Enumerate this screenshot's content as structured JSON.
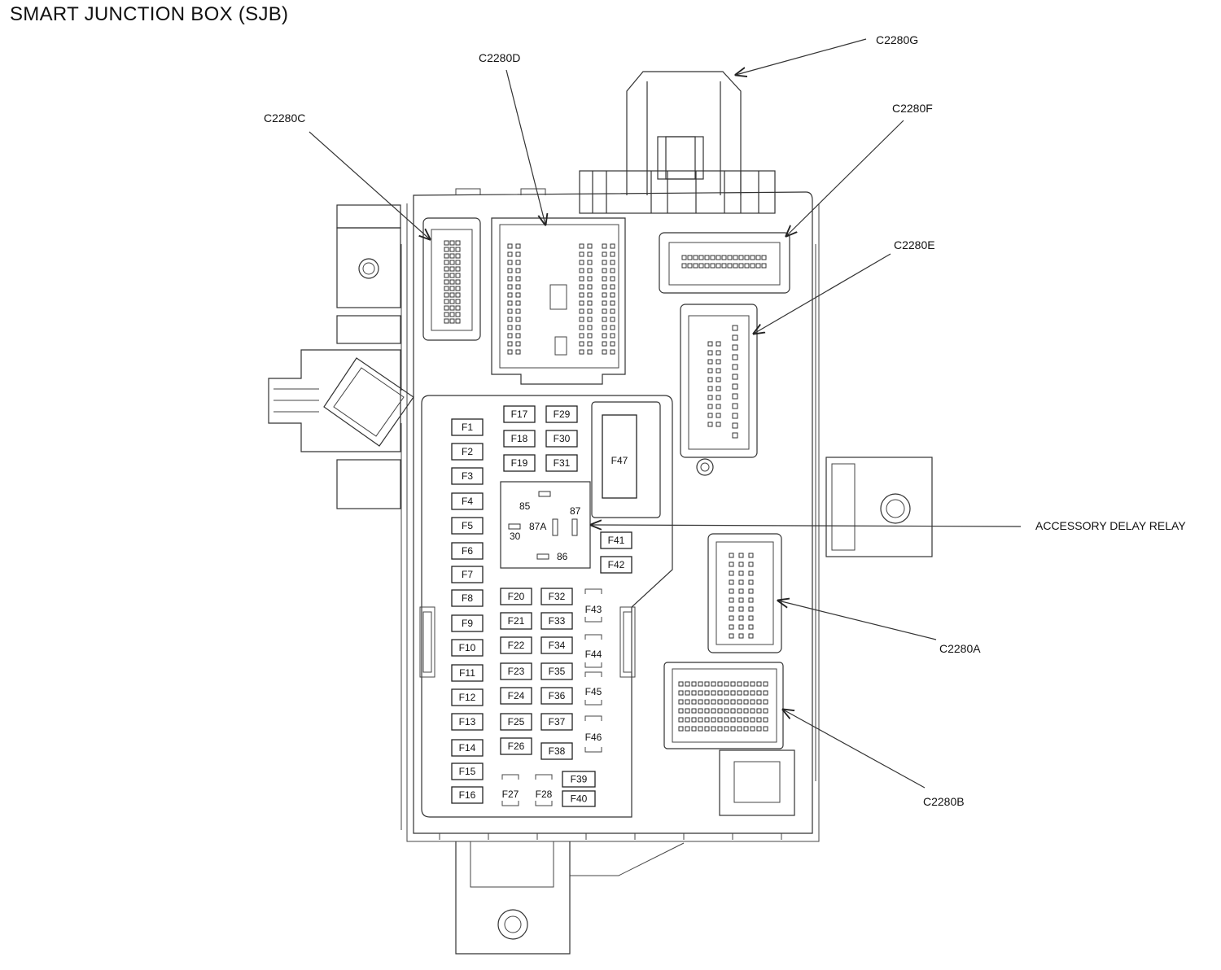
{
  "title": "SMART JUNCTION BOX (SJB)",
  "connectors": {
    "c2280a": "C2280A",
    "c2280b": "C2280B",
    "c2280c": "C2280C",
    "c2280d": "C2280D",
    "c2280e": "C2280E",
    "c2280f": "C2280F",
    "c2280g": "C2280G"
  },
  "relay": {
    "label": "ACCESSORY DELAY RELAY",
    "pins": {
      "p85": "85",
      "p87": "87",
      "p87a": "87A",
      "p30": "30",
      "p86": "86"
    }
  },
  "fuses": {
    "F1": "F1",
    "F2": "F2",
    "F3": "F3",
    "F4": "F4",
    "F5": "F5",
    "F6": "F6",
    "F7": "F7",
    "F8": "F8",
    "F9": "F9",
    "F10": "F10",
    "F11": "F11",
    "F12": "F12",
    "F13": "F13",
    "F14": "F14",
    "F15": "F15",
    "F16": "F16",
    "F17": "F17",
    "F18": "F18",
    "F19": "F19",
    "F20": "F20",
    "F21": "F21",
    "F22": "F22",
    "F23": "F23",
    "F24": "F24",
    "F25": "F25",
    "F26": "F26",
    "F27": "F27",
    "F28": "F28",
    "F29": "F29",
    "F30": "F30",
    "F31": "F31",
    "F32": "F32",
    "F33": "F33",
    "F34": "F34",
    "F35": "F35",
    "F36": "F36",
    "F37": "F37",
    "F38": "F38",
    "F39": "F39",
    "F40": "F40",
    "F41": "F41",
    "F42": "F42",
    "F43": "F43",
    "F44": "F44",
    "F45": "F45",
    "F46": "F46",
    "F47": "F47"
  }
}
